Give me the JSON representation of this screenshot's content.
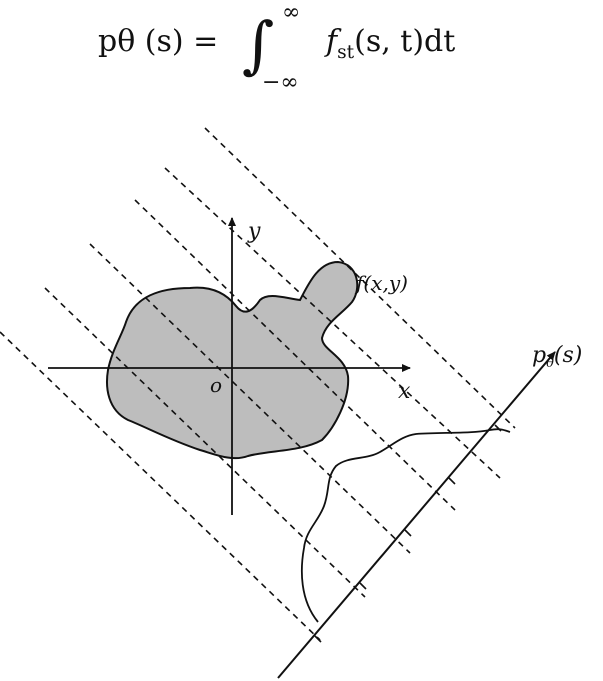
{
  "formula": {
    "lhs": "pθ (s) =",
    "integral_sign": "∫",
    "upper_limit": "∞",
    "lower_limit": "−∞",
    "integrand": "f",
    "integrand_sub": "st",
    "integrand_args": "(s, t)dt"
  },
  "labels": {
    "y_axis": "y",
    "x_axis": "x",
    "origin": "o",
    "object": "f(x,y)",
    "projection_p": "p",
    "projection_sub": "θ",
    "projection_arg": "(s)"
  },
  "colors": {
    "ink": "#111111",
    "object_fill": "#bdbdbd",
    "background": "#ffffff"
  }
}
